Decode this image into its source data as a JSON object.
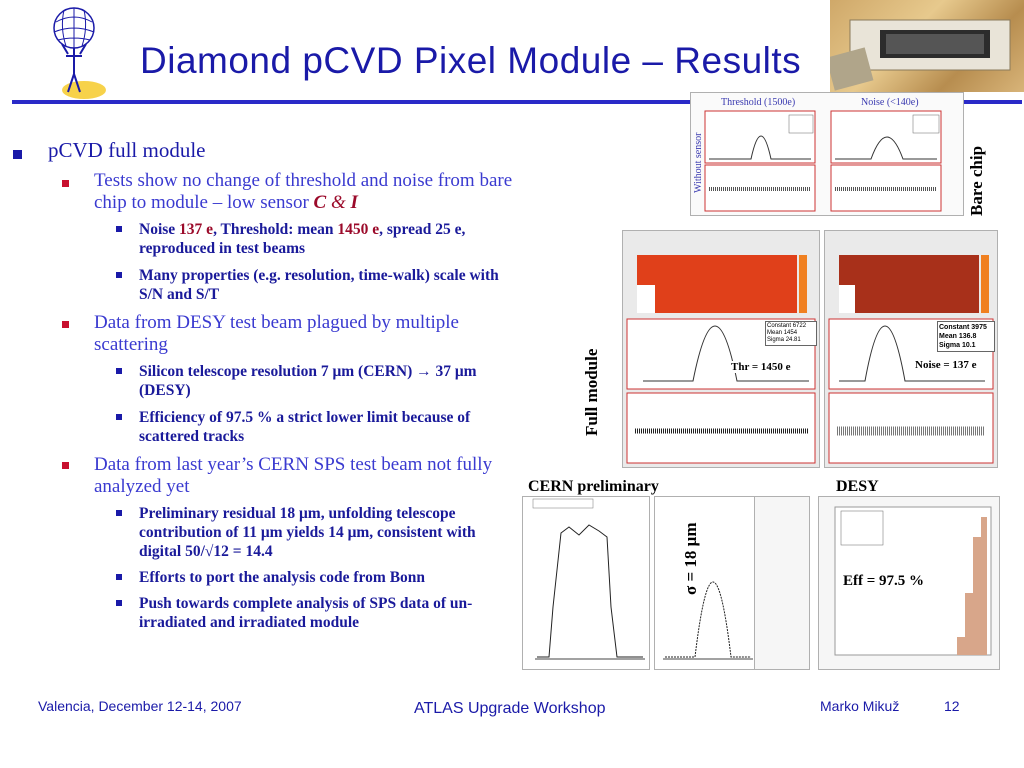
{
  "header": {
    "title": "Diamond pCVD Pixel Module – Results"
  },
  "bullets": {
    "b1": "pCVD full module",
    "b1_1a": "Tests show no change of threshold and noise from bare chip to module – low sensor ",
    "b1_1_c": "C",
    "b1_1_amp": " & ",
    "b1_1_i": "I",
    "b1_1_1a": "Noise ",
    "b1_1_1_noise": "137 e",
    "b1_1_1b": ", Threshold: mean ",
    "b1_1_1_thr": "1450 e",
    "b1_1_1c": ", spread 25 e, reproduced in test beams",
    "b1_1_2": "Many properties (e.g. resolution, time-walk) scale with S/N and S/T",
    "b1_2": "Data from DESY test beam plagued by multiple scattering",
    "b1_2_1": "Silicon telescope resolution 7 μm (CERN) → 37 μm (DESY)",
    "b1_2_2": "Efficiency of 97.5 % a strict lower limit because of scattered tracks",
    "b1_3": "Data from last year’s CERN SPS test beam not fully analyzed yet",
    "b1_3_1": "Preliminary residual 18 μm, unfolding telescope contribution of 11 μm yields 14 μm, consistent with digital 50/√12 = 14.4",
    "b1_3_2": "Efforts to port the analysis code from Bonn",
    "b1_3_3": "Push towards complete analysis of SPS data of un-irradiated and irradiated module"
  },
  "figures": {
    "bare_chip_label": "Bare chip",
    "bare_threshold_title": "Threshold (1500e)",
    "bare_noise_title": "Noise (<140e)",
    "without_sensor": "Without sensor",
    "full_module_label": "Full module",
    "thr_label": "Thr = 1450 e",
    "noise_label": "Noise = 137 e",
    "stats_thr": {
      "constant": "6722",
      "mean": "1454",
      "sigma": "24.81"
    },
    "stats_noise": {
      "constant": "3975",
      "mean": "136.8",
      "sigma": "10.1"
    },
    "cern_label": "CERN preliminary",
    "desy_label": "DESY",
    "sigma_label": "σ = 18 μm",
    "eff_label": "Eff = 97.5 %"
  },
  "footer": {
    "left": "Valencia, December 12-14, 2007",
    "center": "ATLAS Upgrade Workshop",
    "author": "Marko Mikuž",
    "page": "12"
  },
  "colors": {
    "title": "#1a1aa8",
    "accent_red": "#9b0a2a",
    "rule": "#2a2ac8"
  }
}
